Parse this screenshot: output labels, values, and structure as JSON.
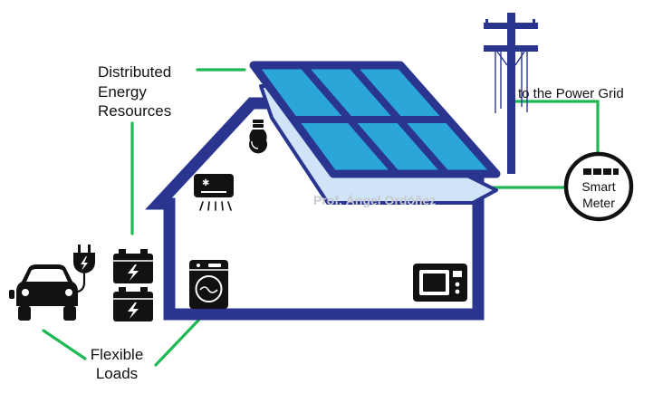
{
  "labels": {
    "der_line1": "Distributed",
    "der_line2": "Energy",
    "der_line3": "Resources",
    "grid": "to the Power Grid",
    "meter_line1": "Smart",
    "meter_line2": "Meter",
    "loads_line1": "Flexible",
    "loads_line2": "Loads"
  },
  "watermark": "Prof. Ángel Ordóñez",
  "colors": {
    "house_outline": "#2a3590",
    "solar_panel": "#2aa6d8",
    "panel_frame": "#2a3590",
    "connector": "#1db954",
    "icon": "#111111"
  },
  "icons": [
    "solar-panel-icon",
    "utility-pole-icon",
    "smart-meter-icon",
    "light-bulb-icon",
    "air-conditioner-icon",
    "washing-machine-icon",
    "microwave-icon",
    "battery-icon",
    "car-icon",
    "plug-icon"
  ]
}
